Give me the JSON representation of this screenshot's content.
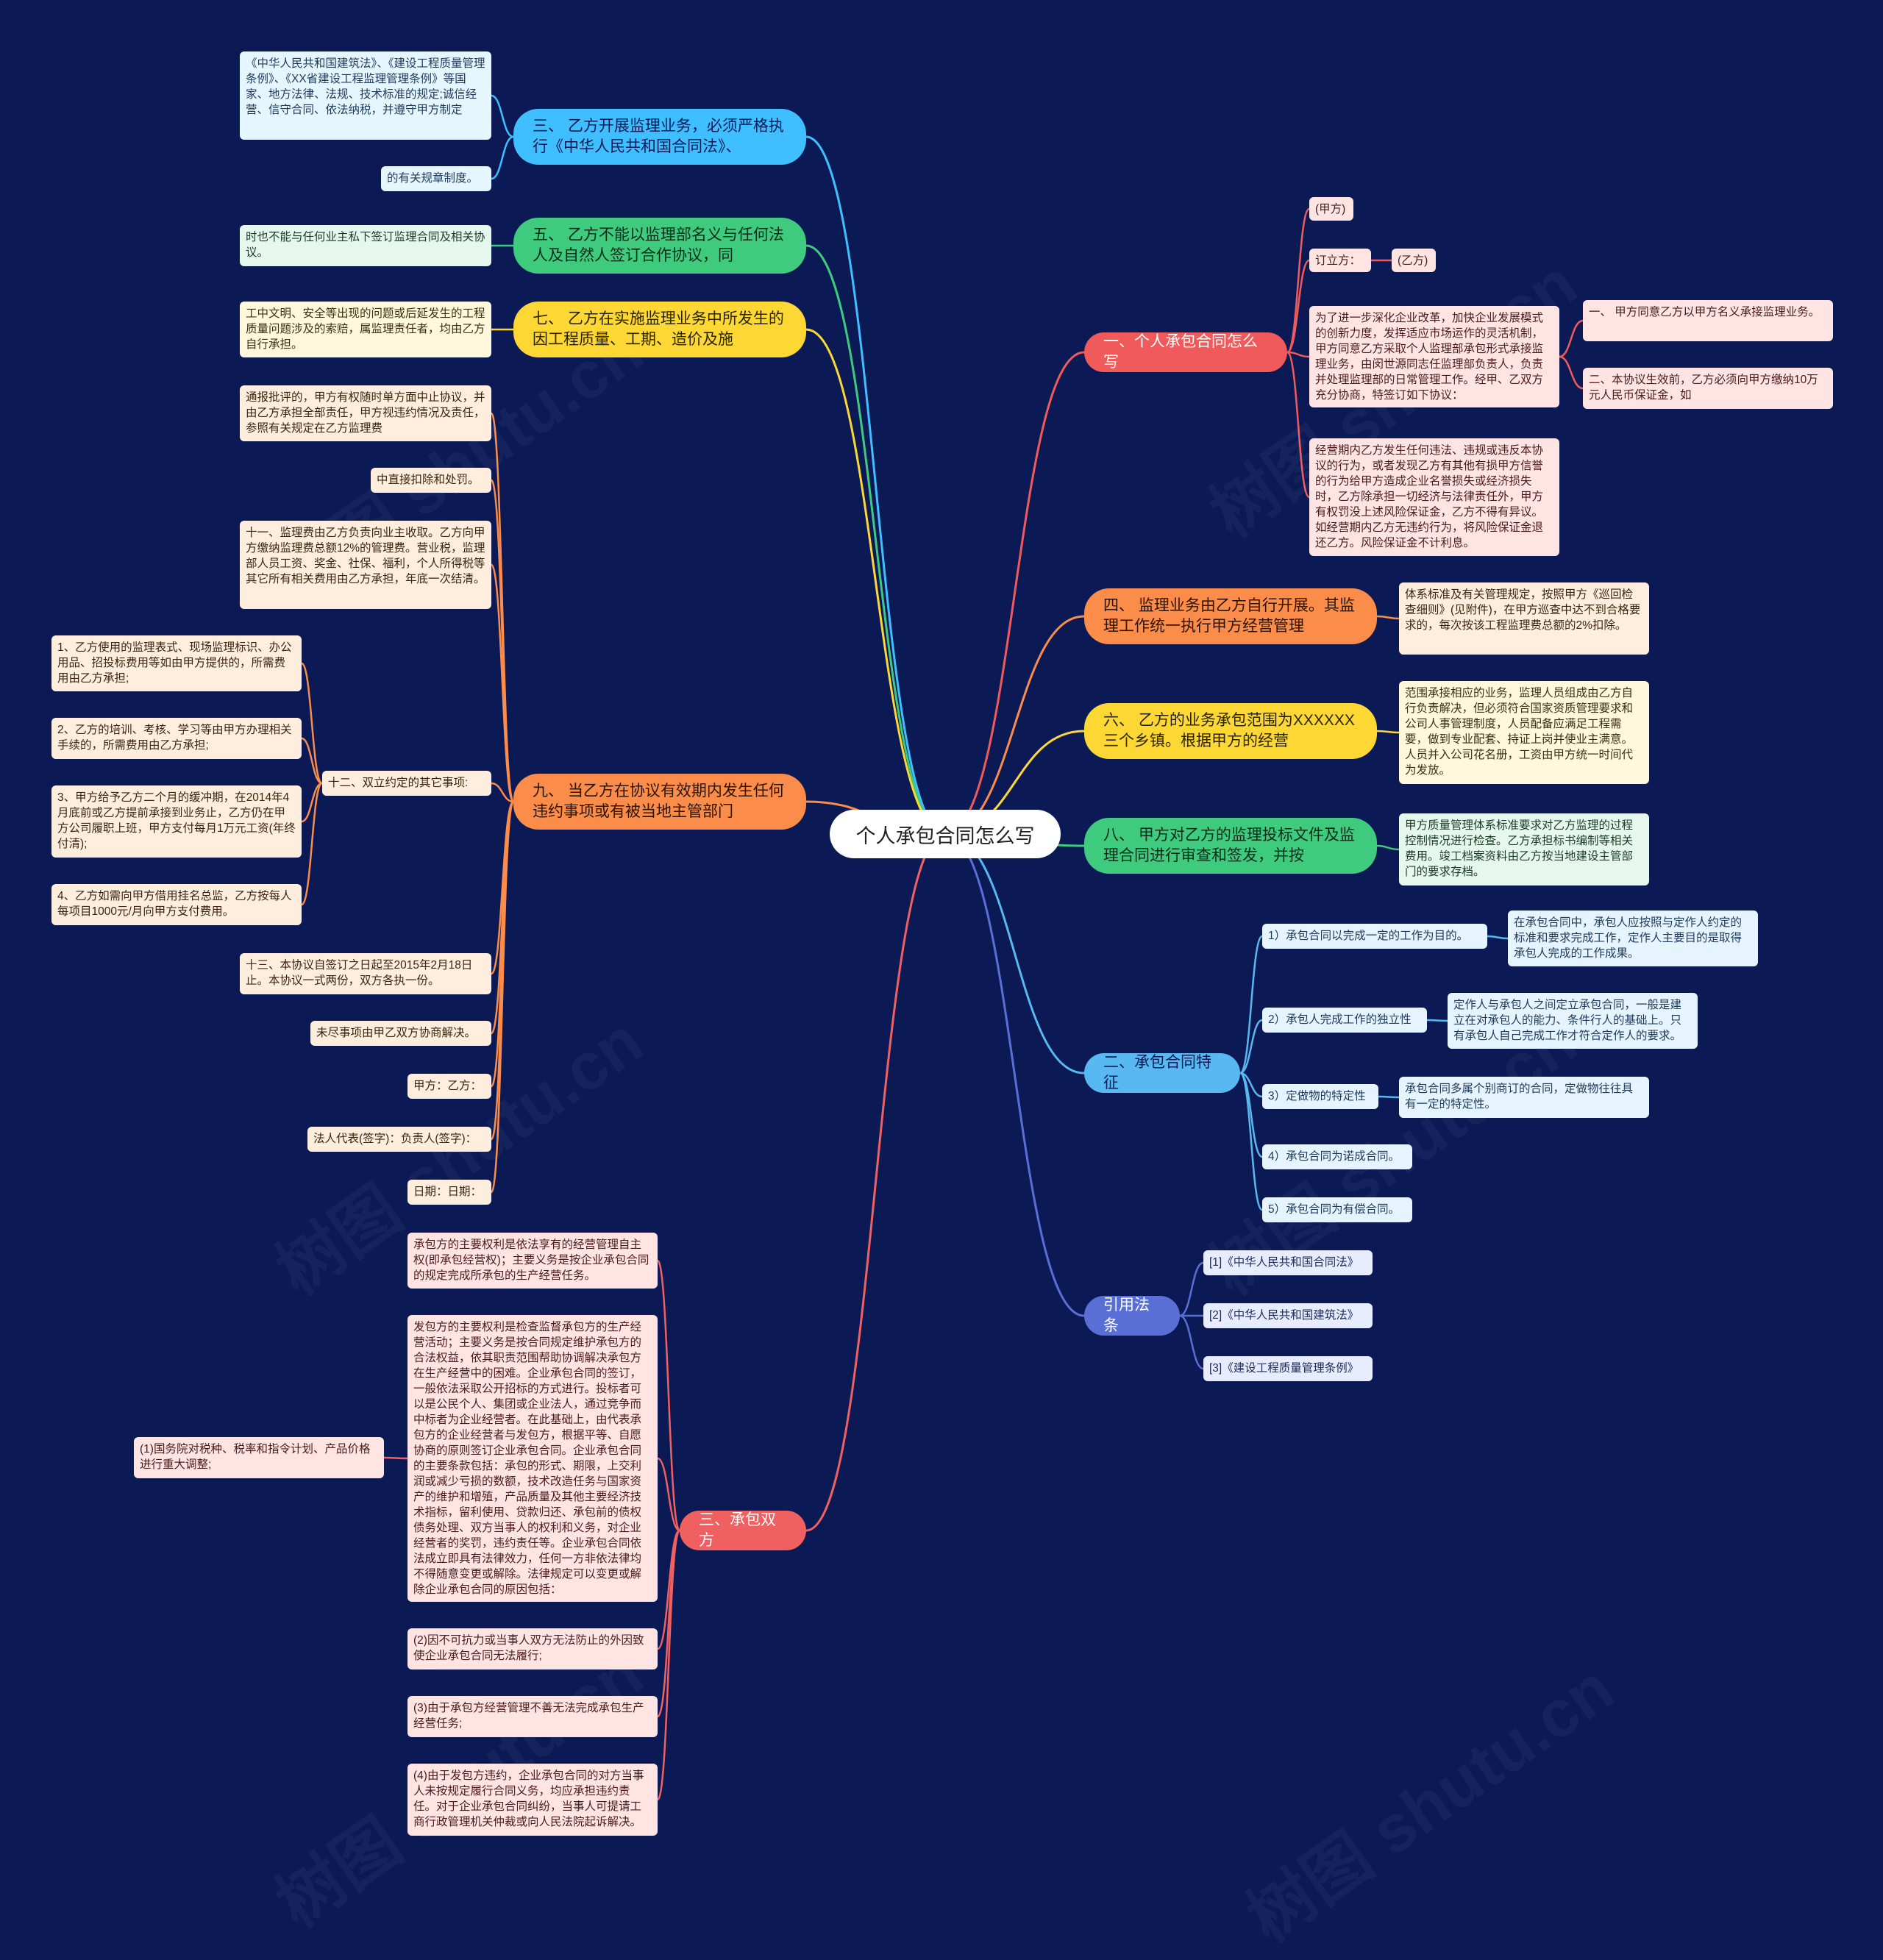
{
  "colors": {
    "background": "#0b1a55",
    "blue": "#3fbfff",
    "green": "#3ecb7e",
    "yellow": "#fdd835",
    "orange": "#fb8c4a",
    "red": "#f05a5a",
    "indigo": "#5a6fd6",
    "sky": "#58b9f2",
    "salmon": "#f06060"
  },
  "root": "个人承包合同怎么写",
  "watermarks": [
    "树图 shutu.cn",
    "树图 shutu.cn",
    "树图 shutu.cn",
    "树图 shutu.cn",
    "树图 shutu.cn",
    "树图 shutu.cn"
  ],
  "left": {
    "b3": {
      "label": "三、 乙方开展监理业务，必须严格执行《中华人民共和国合同法》、",
      "leaves": [
        "《中华人民共和国建筑法》、《建设工程质量管理条例》、《XX省建设工程监理管理条例》等国家、地方法律、法规、技术标准的规定;诚信经营、信守合同、依法纳税，并遵守甲方制定",
        "的有关规章制度。"
      ]
    },
    "b5": {
      "label": "五、 乙方不能以监理部名义与任何法人及自然人签订合作协议，同",
      "leaves": [
        "时也不能与任何业主私下签订监理合同及相关协议。"
      ]
    },
    "b7": {
      "label": "七、 乙方在实施监理业务中所发生的因工程质量、工期、造价及施",
      "leaves": [
        "工中文明、安全等出现的问题或后延发生的工程质量问题涉及的索赔，属监理责任者，均由乙方自行承担。"
      ]
    },
    "b9": {
      "label": "九、 当乙方在协议有效期内发生任何违约事项或有被当地主管部门",
      "leaves": [
        "通报批评的，甲方有权随时单方面中止协议，并由乙方承担全部责任，甲方视违约情况及责任，参照有关规定在乙方监理费",
        "中直接扣除和处罚。",
        "十一、监理费由乙方负责向业主收取。乙方向甲方缴纳监理费总额12%的管理费。营业税，监理部人员工资、奖金、社保、福利，个人所得税等其它所有相关费用由乙方承担，年底一次结清。",
        "十二、双立约定的其它事项:",
        "十三、本协议自签订之日起至2015年2月18日止。本协议一式两份，双方各执一份。",
        "未尽事项由甲乙双方协商解决。",
        "甲方：乙方：",
        "法人代表(签字)：负责人(签字)：",
        "日期：日期："
      ],
      "sub12": [
        "1、乙方使用的监理表式、现场监理标识、办公用品、招投标费用等如由甲方提供的，所需费用由乙方承担;",
        "2、乙方的培训、考核、学习等由甲方办理相关手续的，所需费用由乙方承担;",
        "3、甲方给予乙方二个月的缓冲期，在2014年4月底前或乙方提前承接到业务止，乙方仍在甲方公司履职上班，甲方支付每月1万元工资(年终付清);",
        "4、乙方如需向甲方借用挂名总监，乙方按每人每项目1000元/月向甲方支付费用。"
      ]
    },
    "bc": {
      "label": "三、承包双方",
      "leaves": [
        "承包方的主要权利是依法享有的经营管理自主权(即承包经营权)；主要义务是按企业承包合同的规定完成所承包的生产经营任务。",
        "发包方的主要权利是检查监督承包方的生产经营活动；主要义务是按合同规定维护承包方的合法权益，依其职责范围帮助协调解决承包方在生产经营中的困难。企业承包合同的签订，一般依法采取公开招标的方式进行。投标者可以是公民个人、集团或企业法人，通过竞争而中标者为企业经营者。在此基础上，由代表承包方的企业经营者与发包方，根据平等、自愿协商的原则签订企业承包合同。企业承包合同的主要条款包括：承包的形式、期限，上交利润或减少亏损的数额，技术改造任务与国家资产的维护和增殖，产品质量及其他主要经济技术指标，留利使用、贷款归还、承包前的债权债务处理、双方当事人的权利和义务，对企业经营者的奖罚，违约责任等。企业承包合同依法成立即具有法律效力，任何一方非依法律均不得随意变更或解除。法律规定可以变更或解除企业承包合同的原因包括：",
        "(2)因不可抗力或当事人双方无法防止的外因致使企业承包合同无法履行;",
        "(3)由于承包方经营管理不善无法完成承包生产经营任务;",
        "(4)由于发包方违约，企业承包合同的对方当事人未按规定履行合同义务，均应承担违约责任。对于企业承包合同纠纷，当事人可提请工商行政管理机关仲裁或向人民法院起诉解决。"
      ],
      "sub": "(1)国务院对税种、税率和指令计划、产品价格进行重大调整;"
    }
  },
  "right": {
    "r1": {
      "label": "一、个人承包合同怎么写",
      "leaves": [
        "(甲方)",
        "订立方：",
        "为了进一步深化企业改革，加快企业发展模式的创新力度，发挥适应市场运作的灵活机制，甲方同意乙方采取个人监理部承包形式承接监理业务，由闵世源同志任监理部负责人，负责并处理监理部的日常管理工作。经甲、乙双方充分协商，特签订如下协议：",
        "经营期内乙方发生任何违法、违规或违反本协议的行为，或者发现乙方有其他有损甲方信誉的行为给甲方造成企业名誉损失或经济损失时，乙方除承担一切经济与法律责任外，甲方有权罚没上述风险保证金，乙方不得有异议。如经营期内乙方无违约行为，将风险保证金退还乙方。风险保证金不计利息。"
      ],
      "party_b": "(乙方)",
      "sub": [
        "一、 甲方同意乙方以甲方名义承接监理业务。",
        "二、本协议生效前，乙方必须向甲方缴纳10万元人民币保证金，如"
      ]
    },
    "r4": {
      "label": "四、 监理业务由乙方自行开展。其监理工作统一执行甲方经营管理",
      "leaf": "体系标准及有关管理规定，按照甲方《巡回检查细则》(见附件)，在甲方巡查中达不到合格要求的，每次按该工程监理费总额的2%扣除。"
    },
    "r6": {
      "label": "六、 乙方的业务承包范围为XXXXXX三个乡镇。根据甲方的经营",
      "leaf": "范围承接相应的业务，监理人员组成由乙方自行负责解决，但必须符合国家资质管理要求和公司人事管理制度，人员配备应满足工程需要，做到专业配套、持证上岗并使业主满意。人员并入公司花名册，工资由甲方统一时间代为发放。"
    },
    "r8": {
      "label": "八、 甲方对乙方的监理投标文件及监理合同进行审查和签发，并按",
      "leaf": "甲方质量管理体系标准要求对乙方监理的过程控制情况进行检查。乙方承担标书编制等相关费用。竣工档案资料由乙方按当地建设主管部门的要求存档。"
    },
    "r2": {
      "label": "二、承包合同特征",
      "items": [
        {
          "label": "1）承包合同以完成一定的工作为目的。",
          "detail": "在承包合同中，承包人应按照与定作人约定的标准和要求完成工作，定作人主要目的是取得承包人完成的工作成果。"
        },
        {
          "label": "2）承包人完成工作的独立性",
          "detail": "定作人与承包人之间定立承包合同，一般是建立在对承包人的能力、条件行人的基础上。只有承包人自己完成工作才符合定作人的要求。"
        },
        {
          "label": "3）定做物的特定性",
          "detail": "承包合同多属个别商订的合同，定做物往往具有一定的特定性。"
        },
        {
          "label": "4）承包合同为诺成合同。",
          "detail": ""
        },
        {
          "label": "5）承包合同为有偿合同。",
          "detail": ""
        }
      ]
    },
    "law": {
      "label": "引用法条",
      "items": [
        "[1]《中华人民共和国合同法》",
        "[2]《中华人民共和国建筑法》",
        "[3]《建设工程质量管理条例》"
      ]
    }
  }
}
